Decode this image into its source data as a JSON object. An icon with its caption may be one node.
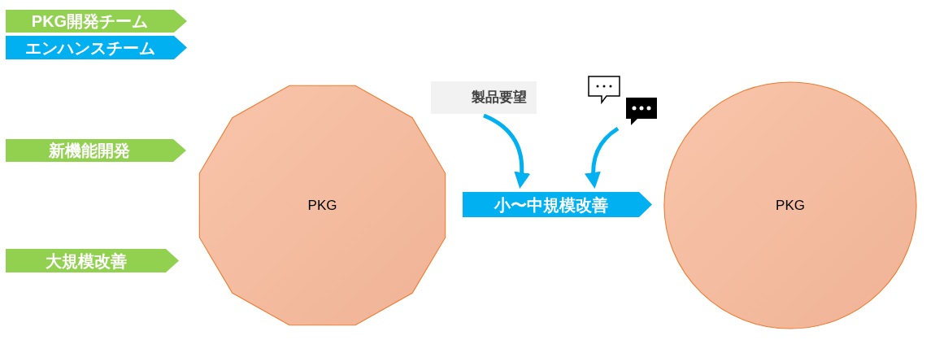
{
  "diagram": {
    "nodes": [
      {
        "text": [
          "PKG開発チーム"
        ]
      },
      {
        "text": [
          "エンハンスチーム"
        ]
      },
      {
        "text": [
          "新機能開発"
        ]
      },
      {
        "text": [
          "大規模改善"
        ]
      },
      {
        "text": [
          "PKG"
        ]
      },
      {
        "text": [
          "製品要望"
        ]
      },
      {
        "text": [],
        "shape": "bubble"
      },
      {
        "text": [
          "小〜中規模改善"
        ]
      },
      {
        "text": [
          "PKG"
        ]
      }
    ],
    "edges": [
      {
        "from": 5,
        "to": 7,
        "arrow": "to"
      },
      {
        "from": 6,
        "to": 7,
        "arrow": "to"
      }
    ]
  }
}
